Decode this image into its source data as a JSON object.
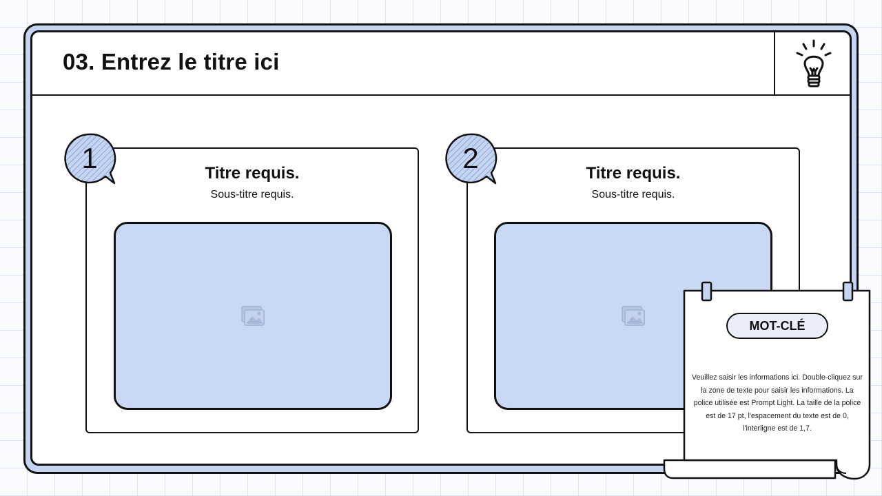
{
  "slide": {
    "title": "03. Entrez le titre ici"
  },
  "cards": [
    {
      "number": "1",
      "title": "Titre requis.",
      "subtitle": "Sous-titre requis."
    },
    {
      "number": "2",
      "title": "Titre requis.",
      "subtitle": "Sous-titre requis."
    }
  ],
  "note": {
    "keyword": "MOT-CLÉ",
    "body": "Veuillez saisir les informations ici. Double-cliquez sur la zone de texte pour saisir les informations. La police utilisée est Prompt Light. La taille de la police est de 17 pt, l'espacement du texte est de 0, l'interligne est de 1,7."
  },
  "icons": {
    "header": "lightbulb-icon",
    "image_placeholder": "image-icon"
  },
  "colors": {
    "accent_blue": "#c4d4f1",
    "placeholder_blue": "#cad9f3",
    "outline": "#111111",
    "grid_line": "#dde4f3"
  }
}
